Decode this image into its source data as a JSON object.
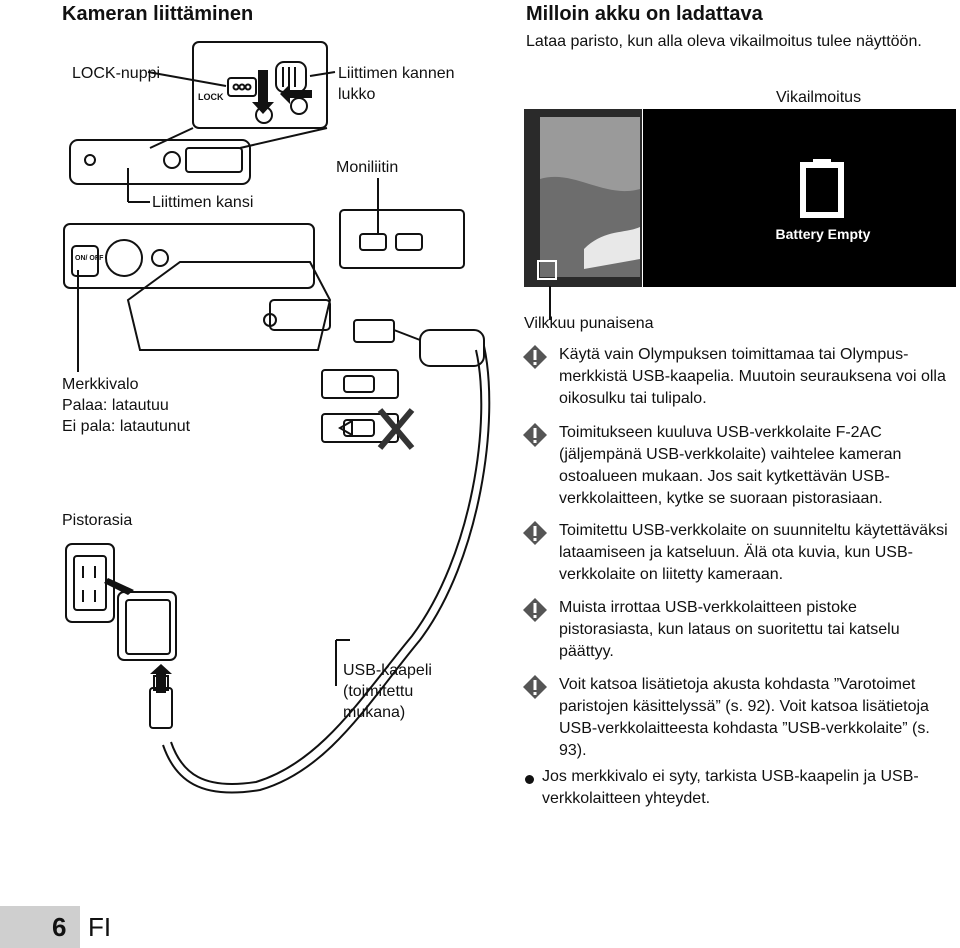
{
  "left": {
    "title": "Kameran liittäminen",
    "lock_label": "LOCK-nuppi",
    "latch_label": "Liittimen kannen lukko",
    "multi_connector_label": "Moniliitin",
    "cover_label": "Liittimen kansi",
    "indicator_lines": [
      "Merkkivalo",
      "Palaa: latautuu",
      "Ei pala: latautunut"
    ],
    "outlet_label": "Pistorasia",
    "cable_lines": [
      "USB-kaapeli",
      "(toimitettu",
      "mukana)"
    ],
    "diagram_lock_text": "LOCK",
    "diagram_on_off": "ON/ OFF"
  },
  "right": {
    "title": "Milloin akku on ladattava",
    "intro": "Lataa paristo, kun alla oleva vikailmoitus tulee näyttöön.",
    "error_label": "Vikailmoitus",
    "battery_text": "Battery Empty",
    "blink_label": "Vilkkuu punaisena",
    "notes": [
      "Käytä vain Olympuksen toimittamaa tai Olympus-merkkistä USB-kaapelia. Muutoin seurauksena voi olla oikosulku tai tulipalo.",
      "Toimitukseen kuuluva USB-verkkolaite F-2AC (jäljempänä USB-verkkolaite) vaihtelee kameran ostoalueen mukaan. Jos sait kytkettävän USB-verkkolaitteen, kytke se suoraan pistorasiaan.",
      "Toimitettu USB-verkkolaite on suunniteltu käytettäväksi lataamiseen ja katseluun. Älä ota kuvia, kun USB-verkkolaite on liitetty kameraan.",
      "Muista irrottaa USB-verkkolaitteen pistoke pistorasiasta, kun lataus on suoritettu tai katselu päättyy.",
      "Voit katsoa lisätietoja akusta kohdasta ”Varotoimet paristojen käsittelyssä” (s. 92). Voit katsoa lisätietoja USB-verkkolaitteesta kohdasta ”USB-verkkolaite” (s. 93)."
    ],
    "bullet": "Jos merkkivalo ei syty, tarkista USB-kaapelin ja USB-verkkolaitteen yhteydet."
  },
  "footer": {
    "page": "6",
    "lang": "FI"
  }
}
